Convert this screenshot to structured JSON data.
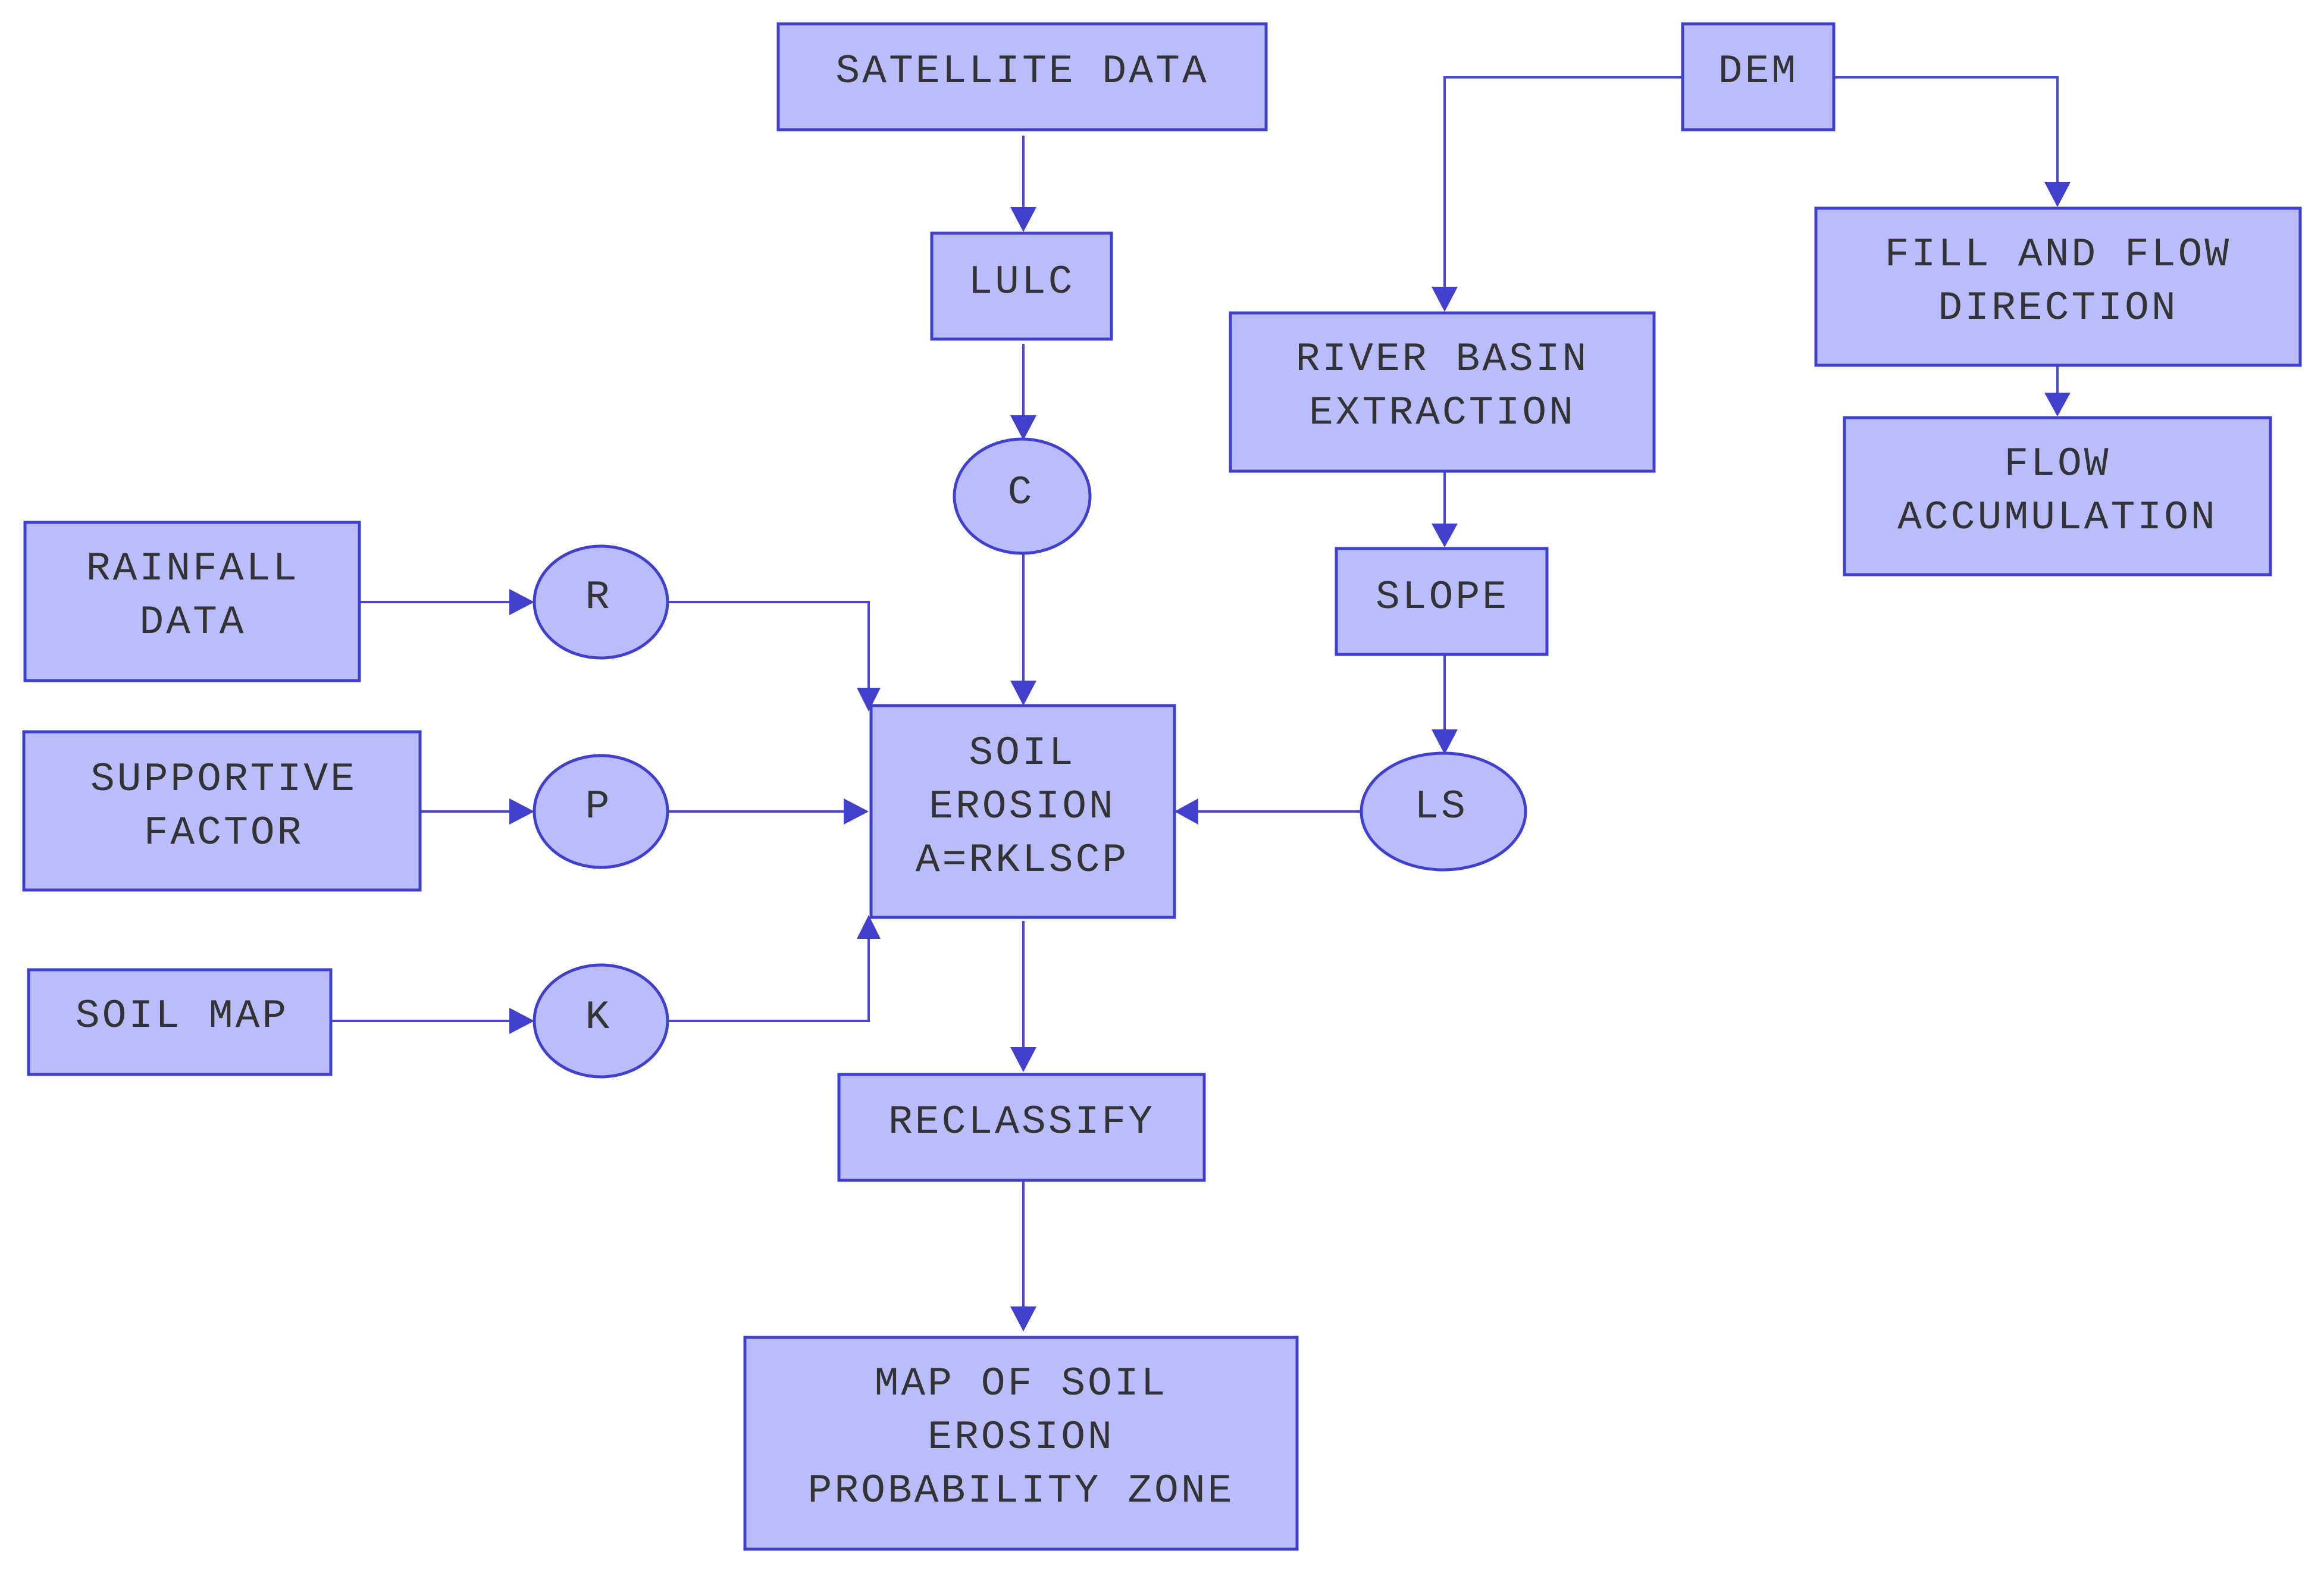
{
  "colors": {
    "node_fill": "#bbbcfc",
    "node_stroke": "#4040d0",
    "connector": "#4848d4",
    "text": "#333333"
  },
  "nodes": {
    "satellite_data": {
      "lines": [
        "SATELLITE DATA"
      ]
    },
    "lulc": {
      "lines": [
        "LULC"
      ]
    },
    "c_factor": {
      "lines": [
        "C"
      ]
    },
    "dem": {
      "lines": [
        "DEM"
      ]
    },
    "river_basin_extraction": {
      "lines": [
        "RIVER BASIN",
        "EXTRACTION"
      ]
    },
    "fill_and_flow_direction": {
      "lines": [
        "FILL AND FLOW",
        "DIRECTION"
      ]
    },
    "flow_accumulation": {
      "lines": [
        "FLOW",
        "ACCUMULATION"
      ]
    },
    "slope": {
      "lines": [
        "SLOPE"
      ]
    },
    "ls_factor": {
      "lines": [
        "LS"
      ]
    },
    "rainfall_data": {
      "lines": [
        "RAINFALL",
        "DATA"
      ]
    },
    "r_factor": {
      "lines": [
        "R"
      ]
    },
    "supportive_factor": {
      "lines": [
        "SUPPORTIVE",
        "FACTOR"
      ]
    },
    "p_factor": {
      "lines": [
        "P"
      ]
    },
    "soil_map": {
      "lines": [
        "SOIL MAP"
      ]
    },
    "k_factor": {
      "lines": [
        "K"
      ]
    },
    "soil_erosion": {
      "lines": [
        "SOIL",
        "EROSION",
        "A=RKLSCP"
      ]
    },
    "reclassify": {
      "lines": [
        "RECLASSIFY"
      ]
    },
    "map_of_soil_erosion": {
      "lines": [
        "MAP OF SOIL",
        "EROSION",
        "PROBABILITY ZONE"
      ]
    }
  },
  "edges": [
    {
      "from": "satellite_data",
      "to": "lulc"
    },
    {
      "from": "lulc",
      "to": "c_factor"
    },
    {
      "from": "c_factor",
      "to": "soil_erosion"
    },
    {
      "from": "dem",
      "to": "river_basin_extraction"
    },
    {
      "from": "dem",
      "to": "fill_and_flow_direction"
    },
    {
      "from": "fill_and_flow_direction",
      "to": "flow_accumulation"
    },
    {
      "from": "river_basin_extraction",
      "to": "slope"
    },
    {
      "from": "slope",
      "to": "ls_factor"
    },
    {
      "from": "ls_factor",
      "to": "soil_erosion"
    },
    {
      "from": "rainfall_data",
      "to": "r_factor"
    },
    {
      "from": "r_factor",
      "to": "soil_erosion"
    },
    {
      "from": "supportive_factor",
      "to": "p_factor"
    },
    {
      "from": "p_factor",
      "to": "soil_erosion"
    },
    {
      "from": "soil_map",
      "to": "k_factor"
    },
    {
      "from": "k_factor",
      "to": "soil_erosion"
    },
    {
      "from": "soil_erosion",
      "to": "reclassify"
    },
    {
      "from": "reclassify",
      "to": "map_of_soil_erosion"
    }
  ]
}
